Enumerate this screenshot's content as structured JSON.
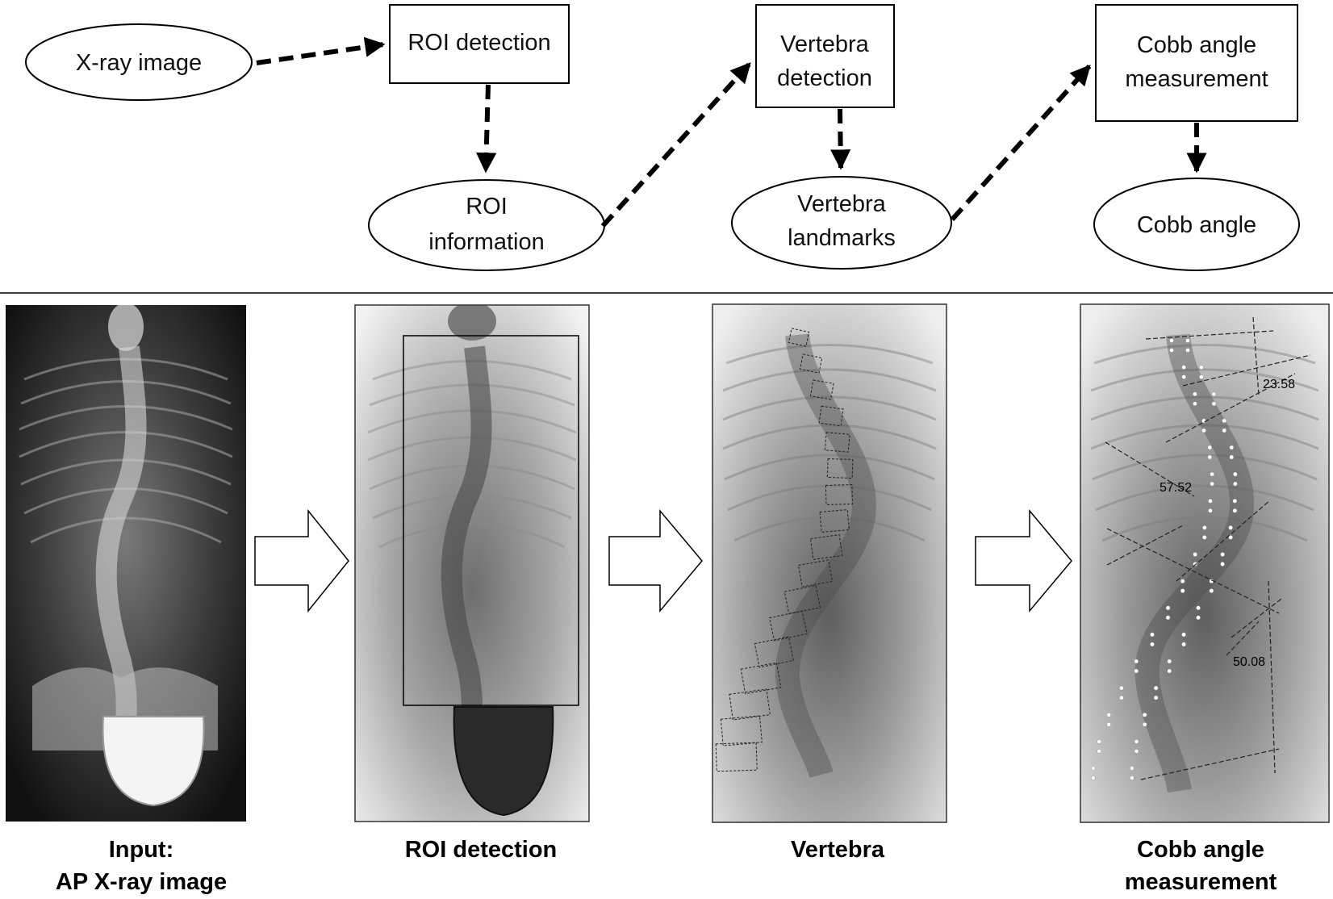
{
  "colors": {
    "ink": "#000000",
    "xray_dark": "#141414",
    "xray_light": "#f4f4f4",
    "annotation": "#222222",
    "landmark_dot": "#ffffff"
  },
  "flowchart": {
    "xray_image": "X-ray image",
    "roi_detection": "ROI detection",
    "roi_information": [
      "ROI",
      "information"
    ],
    "vertebra_detection": [
      "Vertebra",
      "detection"
    ],
    "vertebra_landmarks": [
      "Vertebra",
      "landmarks"
    ],
    "cobb_angle_measurement": [
      "Cobb angle",
      "measurement"
    ],
    "cobb_angle": "Cobb angle"
  },
  "panels": {
    "input": {
      "caption": [
        "Input:",
        "AP X-ray image"
      ]
    },
    "roi": {
      "caption": [
        "ROI detection"
      ]
    },
    "vertebra": {
      "caption": [
        "Vertebra"
      ]
    },
    "cobb": {
      "caption": [
        "Cobb angle",
        "measurement"
      ],
      "angles": [
        "23.58",
        "57.52",
        "50.08"
      ]
    }
  }
}
